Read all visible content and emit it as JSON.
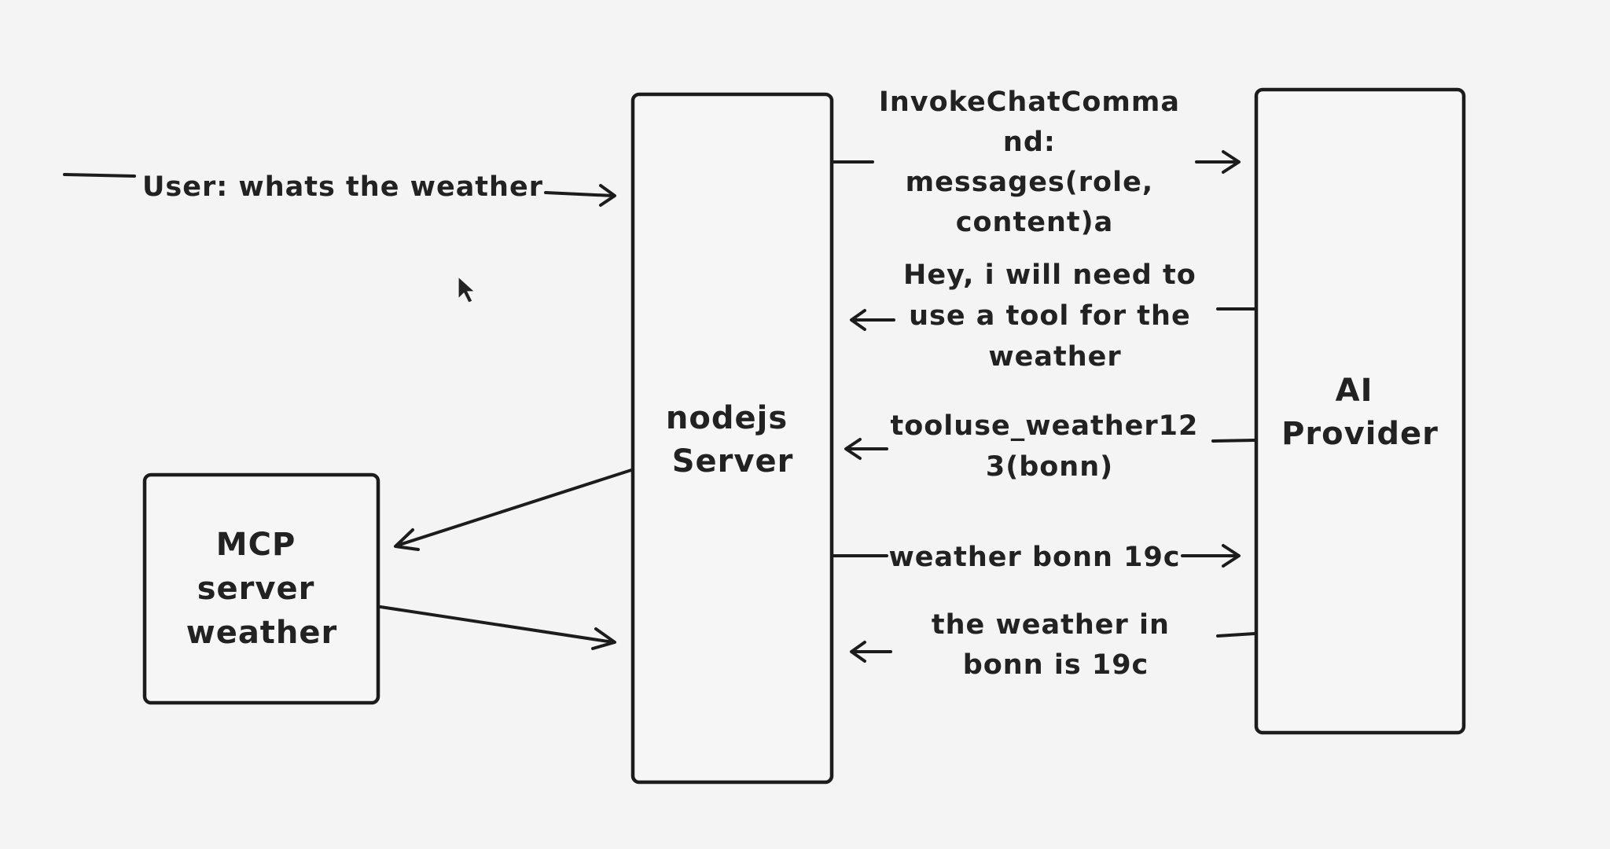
{
  "nodes": {
    "nodejs_server": {
      "lines": [
        "nodejs",
        "Server"
      ]
    },
    "ai_provider": {
      "lines": [
        "AI",
        "Provider"
      ]
    },
    "mcp_server": {
      "lines": [
        "MCP",
        "server",
        "weather"
      ]
    }
  },
  "messages": {
    "user_query": {
      "lines": [
        "User: whats the weather"
      ]
    },
    "invoke_chat": {
      "lines": [
        "InvokeChatComma",
        "nd:",
        "messages(role,",
        "content)a"
      ]
    },
    "tool_request": {
      "lines": [
        "Hey, i will need to",
        "use a tool for the",
        "weather"
      ]
    },
    "tool_use": {
      "lines": [
        "tooluse_weather12",
        "3(bonn)"
      ]
    },
    "weather_result": {
      "lines": [
        "weather bonn 19c"
      ]
    },
    "final_answer": {
      "lines": [
        "the weather in",
        "bonn is 19c"
      ]
    }
  },
  "colors": {
    "background": "#f4f4f4",
    "ink": "#1c1c1c"
  }
}
